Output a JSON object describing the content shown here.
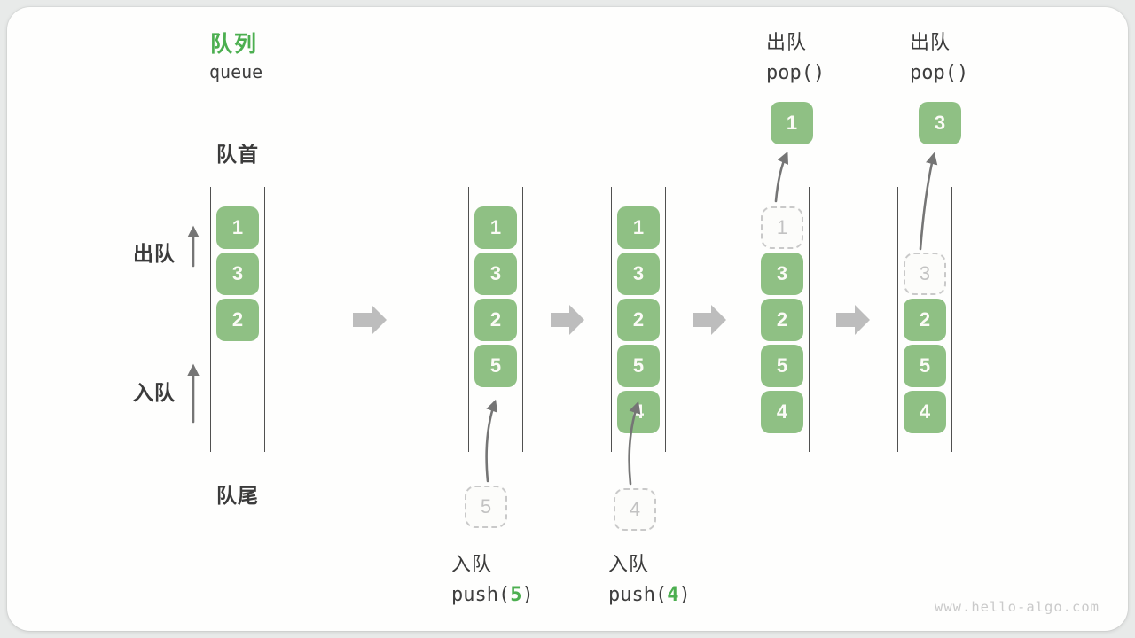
{
  "title": {
    "zh": "队列",
    "en": "queue"
  },
  "side_labels": {
    "front": "队首",
    "rear": "队尾",
    "dequeue": "出队",
    "enqueue": "入队"
  },
  "queue_states": [
    {
      "name": "initial",
      "cells": [
        {
          "slot": 0,
          "value": "1",
          "style": "solid"
        },
        {
          "slot": 1,
          "value": "3",
          "style": "solid"
        },
        {
          "slot": 2,
          "value": "2",
          "style": "solid"
        }
      ]
    },
    {
      "name": "after-push-5",
      "cells": [
        {
          "slot": 0,
          "value": "1",
          "style": "solid"
        },
        {
          "slot": 1,
          "value": "3",
          "style": "solid"
        },
        {
          "slot": 2,
          "value": "2",
          "style": "solid"
        },
        {
          "slot": 3,
          "value": "5",
          "style": "solid"
        }
      ],
      "staging_value": "5"
    },
    {
      "name": "after-push-4",
      "cells": [
        {
          "slot": 0,
          "value": "1",
          "style": "solid"
        },
        {
          "slot": 1,
          "value": "3",
          "style": "solid"
        },
        {
          "slot": 2,
          "value": "2",
          "style": "solid"
        },
        {
          "slot": 3,
          "value": "5",
          "style": "solid"
        },
        {
          "slot": 4,
          "value": "4",
          "style": "solid"
        }
      ],
      "staging_value": "4"
    },
    {
      "name": "after-pop-1",
      "cells": [
        {
          "slot": 0,
          "value": "1",
          "style": "ghost"
        },
        {
          "slot": 1,
          "value": "3",
          "style": "solid"
        },
        {
          "slot": 2,
          "value": "2",
          "style": "solid"
        },
        {
          "slot": 3,
          "value": "5",
          "style": "solid"
        },
        {
          "slot": 4,
          "value": "4",
          "style": "solid"
        }
      ],
      "popped_value": "1"
    },
    {
      "name": "after-pop-3",
      "cells": [
        {
          "slot": 1,
          "value": "3",
          "style": "ghost"
        },
        {
          "slot": 2,
          "value": "2",
          "style": "solid"
        },
        {
          "slot": 3,
          "value": "5",
          "style": "solid"
        },
        {
          "slot": 4,
          "value": "4",
          "style": "solid"
        }
      ],
      "popped_value": "3"
    }
  ],
  "operations": {
    "push": [
      {
        "label": "入队",
        "fn": "push(",
        "arg": "5",
        "close": ")"
      },
      {
        "label": "入队",
        "fn": "push(",
        "arg": "4",
        "close": ")"
      }
    ],
    "pop": [
      {
        "label": "出队",
        "code": "pop()"
      },
      {
        "label": "出队",
        "code": "pop()"
      }
    ]
  },
  "watermark": "www.hello-algo.com",
  "colors": {
    "accent_green": "#4CAF50",
    "cell_green": "#8FC084",
    "cell_text": "#FBFBF6",
    "label_dark": "#3B3B3B",
    "ghost_border": "#C9C9C9",
    "ghost_text": "#C2C2C2",
    "block_arrow_gray": "#BDBDBD",
    "thin_arrow_gray": "#757575",
    "watermark_gray": "#CACACA"
  }
}
